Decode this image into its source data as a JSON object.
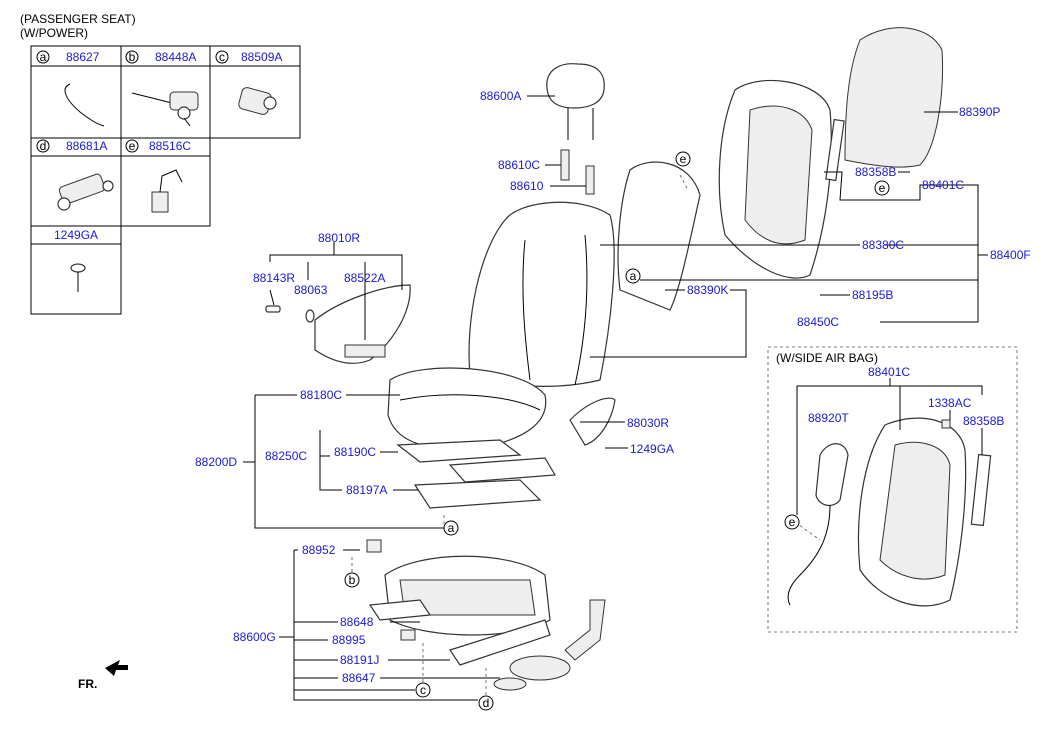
{
  "header": {
    "line1": "(PASSENGER SEAT)",
    "line2": "(W/POWER)"
  },
  "legend": {
    "a": {
      "letter": "a",
      "part": "88627"
    },
    "b": {
      "letter": "b",
      "part": "88448A"
    },
    "c": {
      "letter": "c",
      "part": "88509A"
    },
    "d": {
      "letter": "d",
      "part": "88681A"
    },
    "e": {
      "letter": "e",
      "part": "88516C"
    },
    "f": {
      "part": "1249GA"
    }
  },
  "labels": {
    "l88600A": "88600A",
    "l88610C": "88610C",
    "l88610": "88610",
    "l88390P": "88390P",
    "l88358B": "88358B",
    "l88401C": "88401C",
    "l88380C": "88380C",
    "l88400F": "88400F",
    "l88195B": "88195B",
    "l88390K": "88390K",
    "l88450C": "88450C",
    "l88010R": "88010R",
    "l88143R": "88143R",
    "l88063": "88063",
    "l88522A": "88522A",
    "l88180C": "88180C",
    "l88030R": "88030R",
    "l1249GA": "1249GA",
    "l88200D": "88200D",
    "l88250C": "88250C",
    "l88190C": "88190C",
    "l88197A": "88197A",
    "l88952": "88952",
    "l88648": "88648",
    "l88600G": "88600G",
    "l88995": "88995",
    "l88191J": "88191J",
    "l88647": "88647",
    "sab_title": "(W/SIDE AIR BAG)",
    "sab88401C": "88401C",
    "sab1338AC": "1338AC",
    "sab88920T": "88920T",
    "sab88358B": "88358B"
  },
  "callouts": {
    "a": "a",
    "b": "b",
    "c": "c",
    "d": "d",
    "e": "e"
  },
  "fr_label": "FR."
}
